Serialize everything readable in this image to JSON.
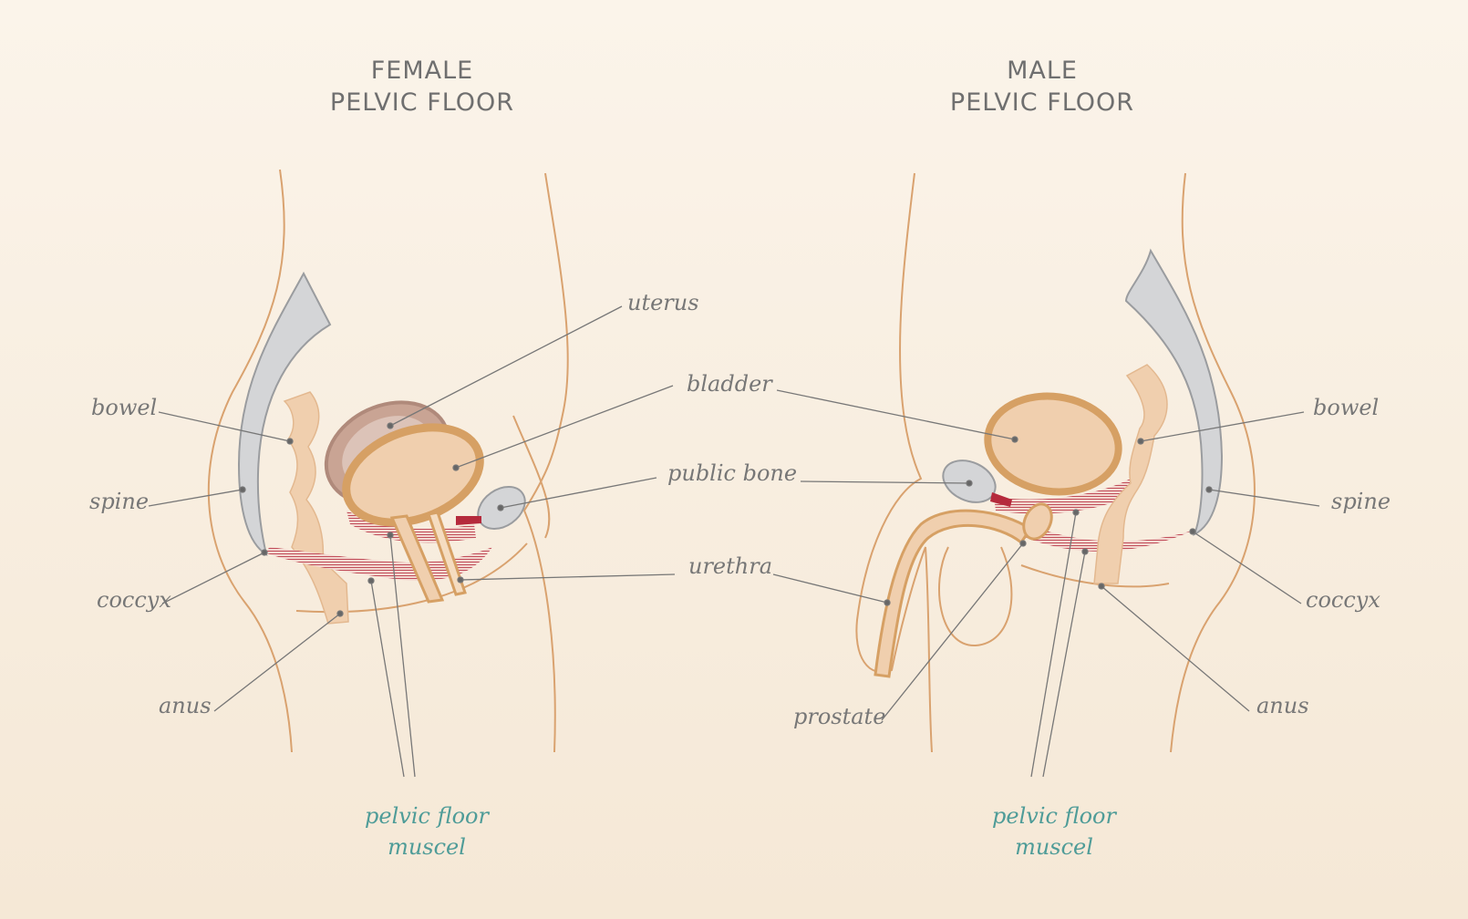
{
  "female": {
    "title_line1": "FEMALE",
    "title_line2": "PELVIC FLOOR",
    "labels": {
      "uterus": "uterus",
      "bladder": "bladder",
      "public_bone": "public bone",
      "urethra": "urethra",
      "bowel": "bowel",
      "spine": "spine",
      "coccyx": "coccyx",
      "anus": "anus"
    },
    "muscle_line1": "pelvic floor",
    "muscle_line2": "muscel"
  },
  "male": {
    "title_line1": "MALE",
    "title_line2": "PELVIC FLOOR",
    "labels": {
      "prostate": "prostate",
      "bowel": "bowel",
      "spine": "spine",
      "coccyx": "coccyx",
      "anus": "anus"
    },
    "muscle_line1": "pelvic floor",
    "muscle_line2": "muscel"
  },
  "colors": {
    "outline": "#d9a26f",
    "organ_fill": "#f0cfae",
    "organ_stroke": "#d6a064",
    "uterus_fill": "#c9a494",
    "bone_fill": "#d4d5d7",
    "muscle": "#b52a3c",
    "leader": "#777777",
    "muscle_label": "#4f9c98"
  }
}
